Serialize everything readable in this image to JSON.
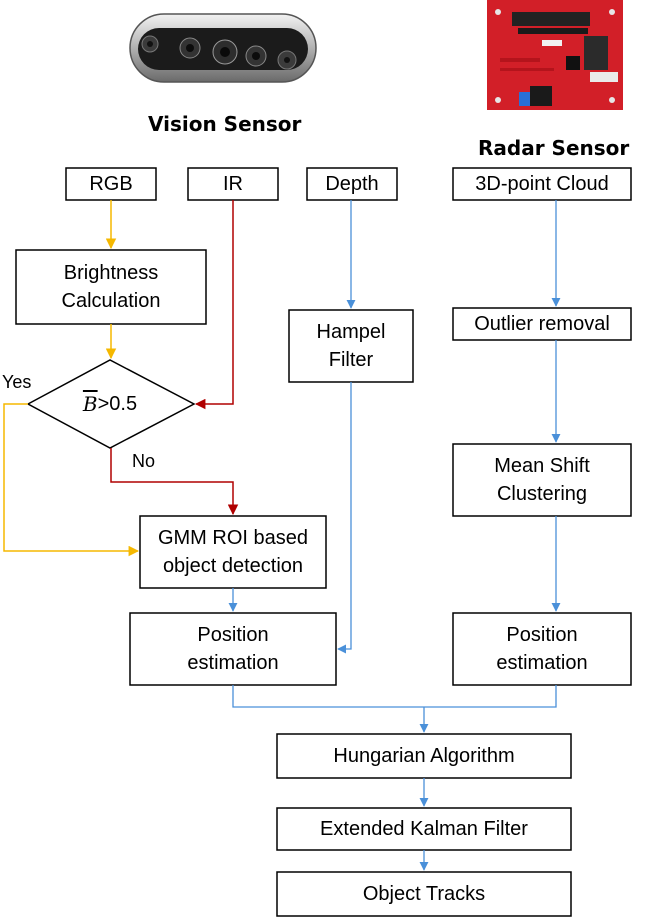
{
  "sensors": {
    "vision_title": "Vision Sensor",
    "radar_title": "Radar Sensor"
  },
  "nodes": {
    "rgb": "RGB",
    "ir": "IR",
    "depth": "Depth",
    "point_cloud": "3D-point Cloud",
    "brightness_line1": "Brightness",
    "brightness_line2": "Calculation",
    "decision_letter": "B",
    "decision_rest": ">0.5",
    "hampel_line1": "Hampel",
    "hampel_line2": "Filter",
    "outlier": "Outlier removal",
    "meanshift_line1": "Mean Shift",
    "meanshift_line2": "Clustering",
    "gmm_line1": "GMM ROI based",
    "gmm_line2": "object detection",
    "pos_vision_line1": "Position",
    "pos_vision_line2": "estimation",
    "pos_radar_line1": "Position",
    "pos_radar_line2": "estimation",
    "hungarian": "Hungarian Algorithm",
    "ekf": "Extended Kalman Filter",
    "tracks": "Object Tracks"
  },
  "branch_labels": {
    "yes": "Yes",
    "no": "No"
  },
  "colors": {
    "yellow_path": "#F5B800",
    "red_path": "#B00000",
    "blue_path": "#4A90D9",
    "box_border": "#000000"
  }
}
